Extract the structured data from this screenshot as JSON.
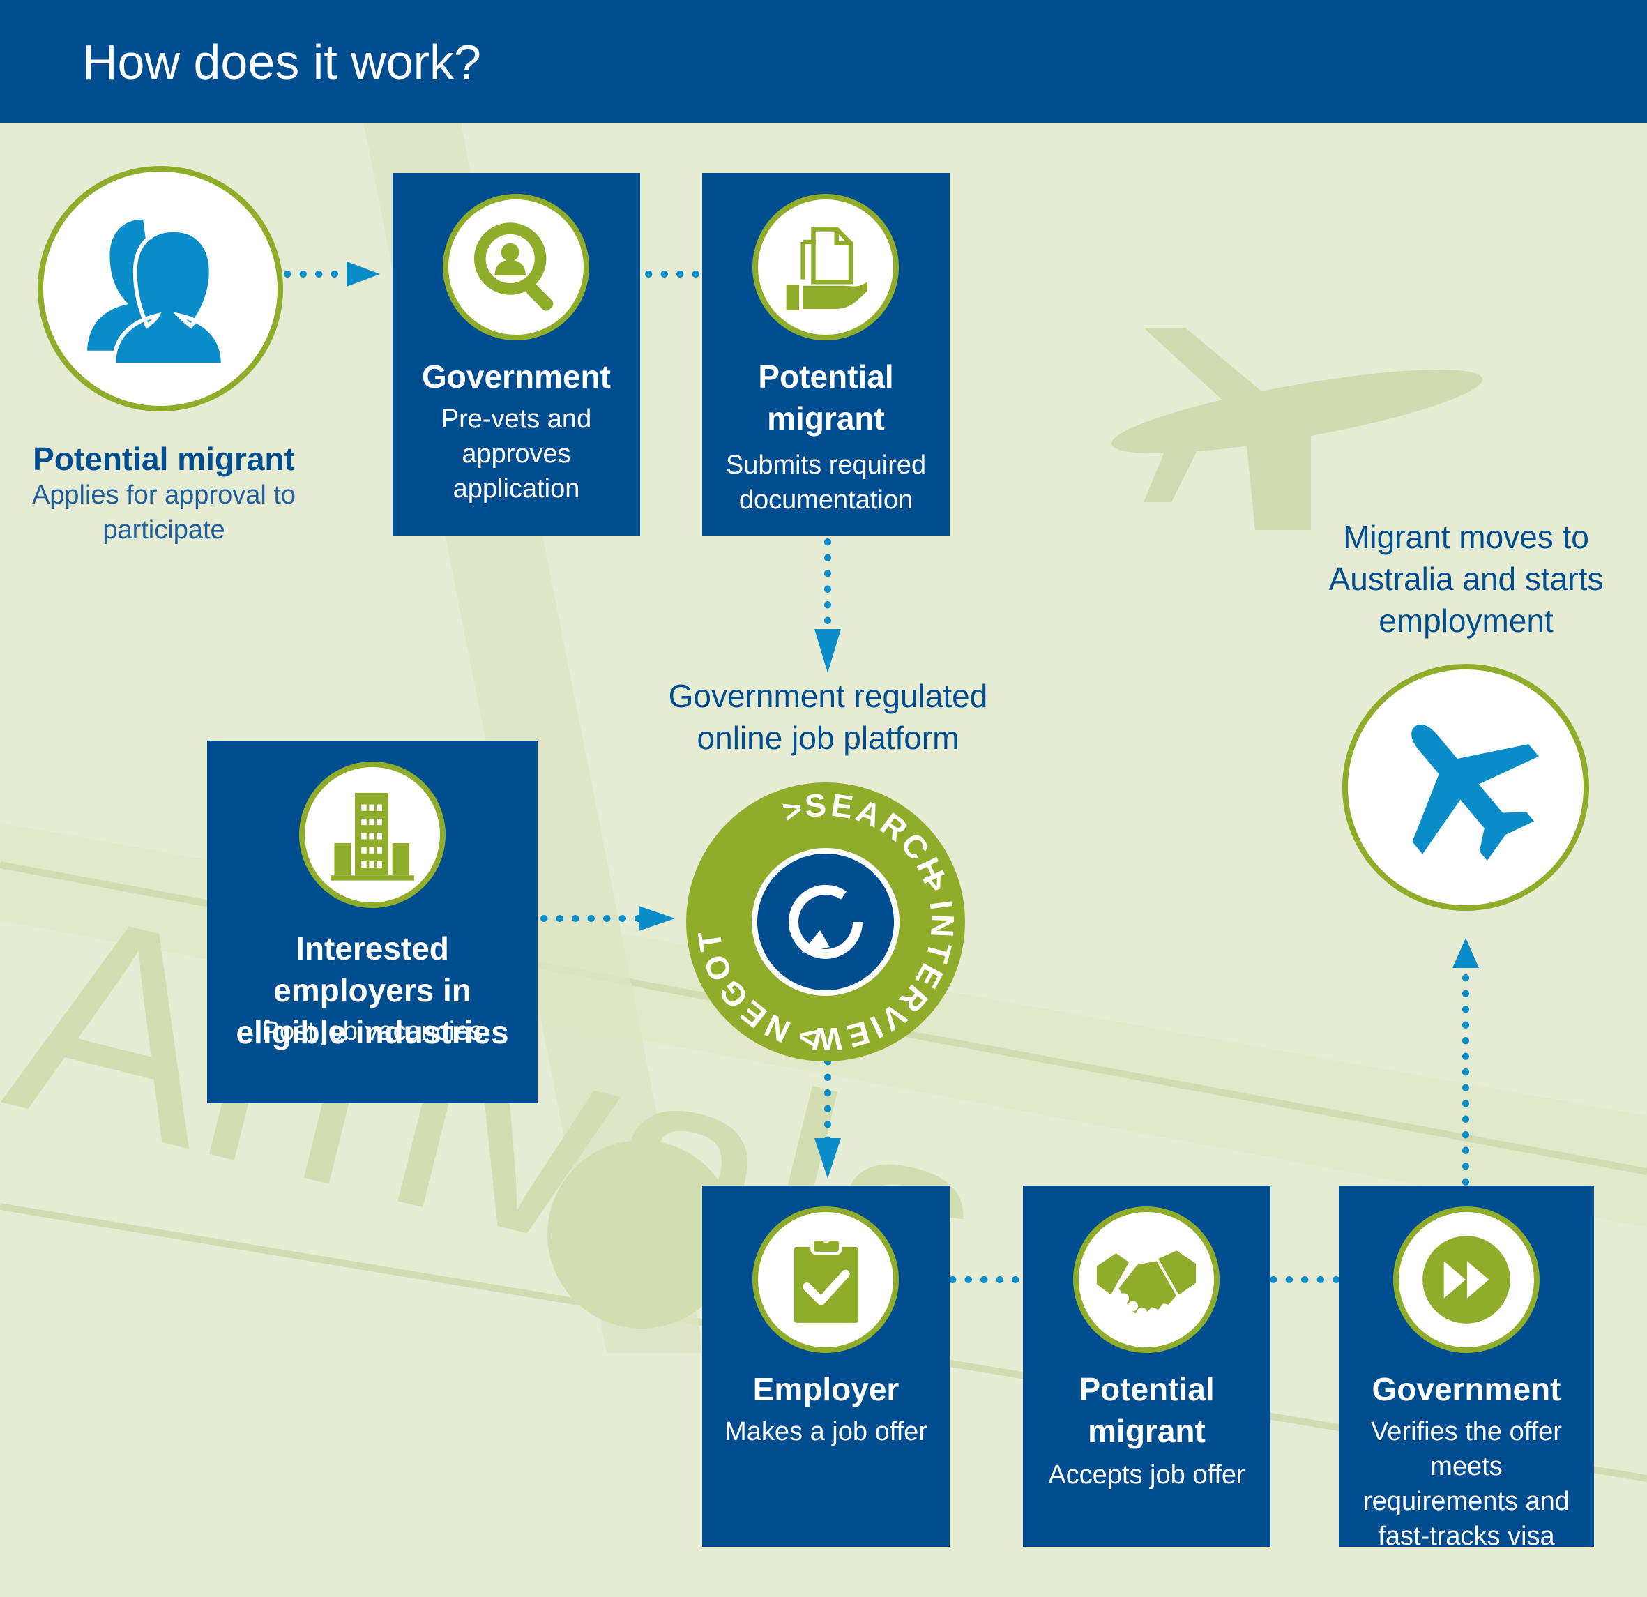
{
  "header": {
    "title": "How does it work?"
  },
  "colors": {
    "navy": "#004d90",
    "green": "#8fac2a",
    "light_blue": "#0a8cc8",
    "background": "#e8edd6"
  },
  "steps": {
    "applicant": {
      "title": "Potential migrant",
      "desc": "Applies for approval to participate",
      "icon": "people-icon"
    },
    "prevet": {
      "title": "Government",
      "desc": "Pre-vets and approves application",
      "icon": "magnifier-person-icon"
    },
    "documents": {
      "title": "Potential migrant",
      "desc": "Submits required documentation",
      "icon": "document-hand-icon"
    },
    "employers": {
      "title": "Interested employers in eligible industries",
      "desc": "Post job vacancies",
      "icon": "building-icon"
    },
    "platform": {
      "title": "Government regulated online job platform",
      "icon": "refresh-icon"
    },
    "offer": {
      "title": "Employer",
      "desc": "Makes a job offer",
      "icon": "clipboard-check-icon"
    },
    "accept": {
      "title": "Potential migrant",
      "desc": "Accepts job offer",
      "icon": "handshake-icon"
    },
    "verify": {
      "title": "Government",
      "desc": "Verifies the offer meets requirements and fast-tracks visa",
      "icon": "fast-forward-icon"
    },
    "move": {
      "title": "Migrant moves to Australia and starts employment",
      "icon": "airplane-icon"
    }
  },
  "wheel": {
    "words": [
      "SEARCH",
      "INTERVIEW",
      "NEGOTIATE"
    ],
    "separator": ">"
  },
  "background_sign": {
    "text": "Arrivals"
  }
}
